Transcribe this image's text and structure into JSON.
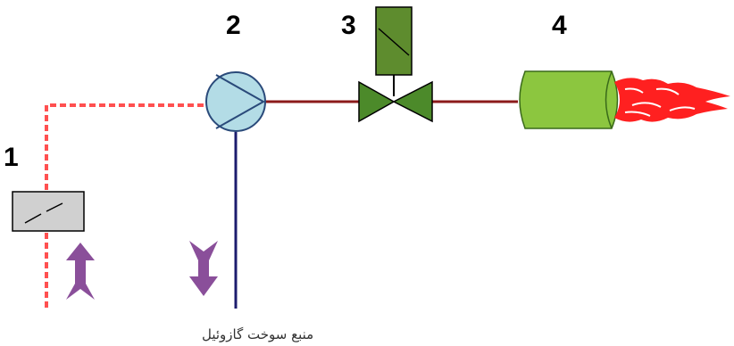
{
  "labels": {
    "filter": "1",
    "pump": "2",
    "valve": "3",
    "burner": "4"
  },
  "caption": "منبع سوخت گازوئیل",
  "colors": {
    "suction_line": "#ff5050",
    "pressure_line": "#8b1a1a",
    "return_line": "#1c1c6e",
    "pump_fill": "#b3dce6",
    "pump_stroke": "#2a4a7a",
    "valve_fill": "#4c8a2a",
    "solenoid_fill": "#5e8c2e",
    "burner_fill": "#8cc63f",
    "flame": "#ff2020",
    "arrow": "#8a4f9a",
    "filter_fill": "#d0d0d0"
  },
  "icons": {
    "filter": "filter-icon",
    "pump": "pump-icon",
    "valve": "solenoid-valve-icon",
    "burner": "burner-icon",
    "flame": "flame-icon",
    "arrow_up": "arrow-up-icon",
    "arrow_down": "arrow-down-icon"
  }
}
